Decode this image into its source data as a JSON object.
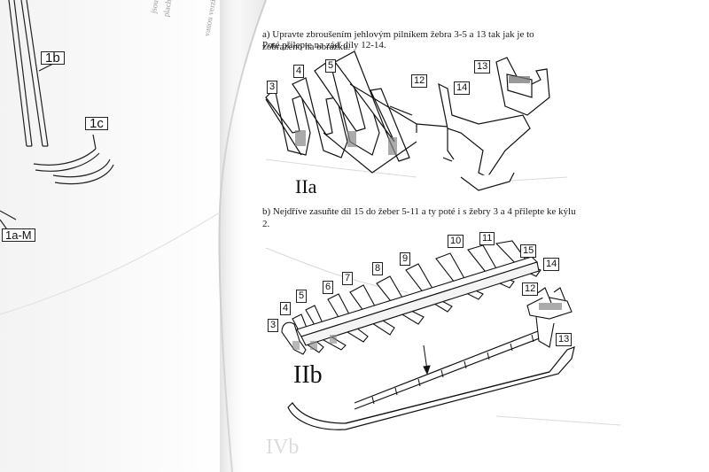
{
  "page": {
    "instruction_a": "a) Upravte zbroušením jehlovým pilníkem žebra 3-5 a 13 tak jak je to zobrazeno na obrázku.",
    "instruction_a2": "Poté přilepte na záď díly 12-14.",
    "instruction_b": "b) Nejdříve zasuňte díl 15 do žeber 5-11 a ty poté i s žebry 3 a 4 přilepte ke kýlu 2.",
    "figure_a_title": "IIa",
    "figure_b_title": "IIb",
    "next_figure_ghost": "IVb"
  },
  "left_page": {
    "label_1b": "1b",
    "label_1c": "1c",
    "label_1a_m": "1a-M",
    "bleed_text_1": "jsou shodné pro plachetní",
    "bleed_text_2": "plachetní a Mmotorizovaná",
    "bleed_text_3": "vanou verzi"
  },
  "figure_a_labels": [
    "3",
    "4",
    "5",
    "12",
    "13",
    "14"
  ],
  "figure_b_labels": [
    "3",
    "4",
    "5",
    "6",
    "7",
    "8",
    "9",
    "10",
    "11",
    "15",
    "14",
    "12",
    "13"
  ],
  "colors": {
    "paper": "#ffffff",
    "ink": "#111111",
    "shadow": "#d8d8d8"
  }
}
